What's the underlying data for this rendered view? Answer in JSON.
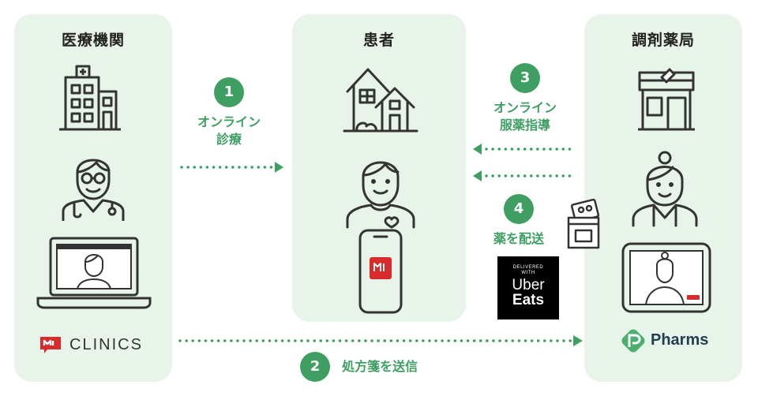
{
  "columns": {
    "clinic": {
      "title": "医療機関",
      "logo_text": "CLINICS"
    },
    "patient": {
      "title": "患者"
    },
    "pharmacy": {
      "title": "調剤薬局",
      "logo_text": "Pharms"
    }
  },
  "steps": [
    {
      "number": "1",
      "label_lines": [
        "オンライン",
        "診療"
      ]
    },
    {
      "number": "2",
      "label_lines": [
        "処方箋を送信"
      ]
    },
    {
      "number": "3",
      "label_lines": [
        "オンライン",
        "服薬指導"
      ]
    },
    {
      "number": "4",
      "label_lines": [
        "薬を配送"
      ]
    }
  ],
  "delivery": {
    "line1": "DELIVERED",
    "line2": "WITH",
    "brand_top": "Uber",
    "brand_bottom": "Eats"
  },
  "colors": {
    "panel": "#e8f4ea",
    "accent": "#3f9f63",
    "icon": "#333333",
    "clinics_red": "#d92b2b"
  }
}
